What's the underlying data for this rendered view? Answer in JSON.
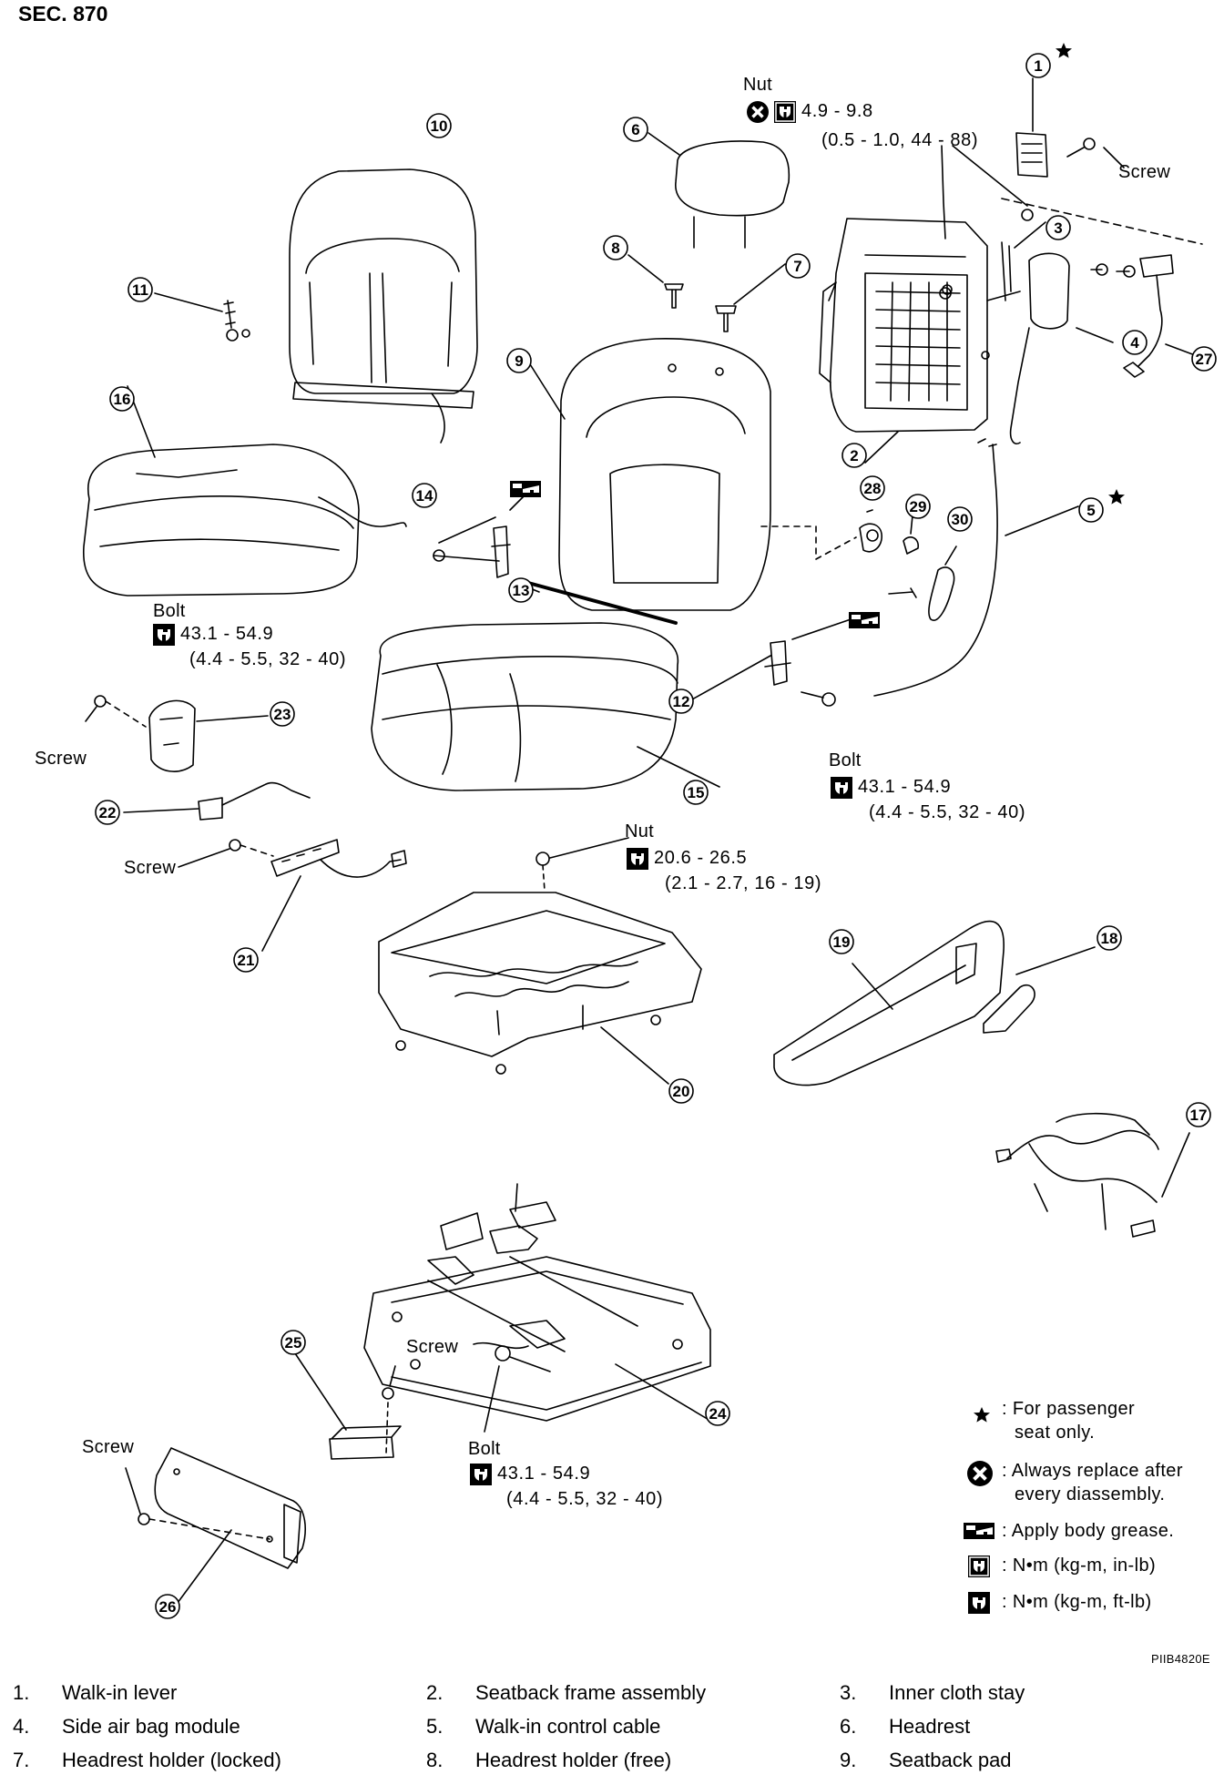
{
  "section_title": "SEC. 870",
  "figure_code": "PIIB4820E",
  "labels": {
    "nut_top": "Nut",
    "screw_top": "Screw",
    "bolt_left": "Bolt",
    "screw_left": "Screw",
    "bolt_mid": "Bolt",
    "screw_21": "Screw",
    "nut_mid": "Nut",
    "screw_bottom": "Screw",
    "screw_26": "Screw",
    "bolt_bottom": "Bolt"
  },
  "torques": {
    "nut_top": {
      "line1": "4.9 - 9.8",
      "line2": "(0.5 - 1.0, 44 - 88)"
    },
    "bolt_left": {
      "line1": "43.1 - 54.9",
      "line2": "(4.4 - 5.5, 32 - 40)"
    },
    "bolt_mid": {
      "line1": "43.1 - 54.9",
      "line2": "(4.4 - 5.5, 32 - 40)"
    },
    "nut_mid": {
      "line1": "20.6 - 26.5",
      "line2": "(2.1 - 2.7, 16 - 19)"
    },
    "bolt_bottom": {
      "line1": "43.1 - 54.9",
      "line2": "(4.4 - 5.5, 32 - 40)"
    }
  },
  "callouts": [
    "1",
    "2",
    "3",
    "4",
    "5",
    "6",
    "7",
    "8",
    "9",
    "10",
    "11",
    "12",
    "13",
    "14",
    "15",
    "16",
    "17",
    "18",
    "19",
    "20",
    "21",
    "22",
    "23",
    "24",
    "25",
    "26",
    "27",
    "28",
    "29",
    "30"
  ],
  "legend": {
    "star": {
      "line1": ": For passenger",
      "line2": "seat only."
    },
    "replace": {
      "line1": ": Always replace after",
      "line2": "every diassembly."
    },
    "grease": ": Apply body grease.",
    "torque_inlb": ": N•m (kg-m, in-lb)",
    "torque_ftlb": ": N•m (kg-m, ft-lb)"
  },
  "parts": [
    {
      "num": "1.",
      "name": "Walk-in lever"
    },
    {
      "num": "2.",
      "name": "Seatback frame assembly"
    },
    {
      "num": "3.",
      "name": "Inner cloth stay"
    },
    {
      "num": "4.",
      "name": "Side air bag module"
    },
    {
      "num": "5.",
      "name": "Walk-in control cable"
    },
    {
      "num": "6.",
      "name": "Headrest"
    },
    {
      "num": "7.",
      "name": "Headrest holder (locked)"
    },
    {
      "num": "8.",
      "name": "Headrest holder (free)"
    },
    {
      "num": "9.",
      "name": "Seatback pad"
    }
  ],
  "icons": {
    "torque_inlb": "torque-wrench-inlb-icon",
    "torque_ftlb": "torque-wrench-ftlb-icon",
    "replace": "always-replace-icon",
    "grease": "body-grease-icon",
    "star": "passenger-star-icon"
  }
}
